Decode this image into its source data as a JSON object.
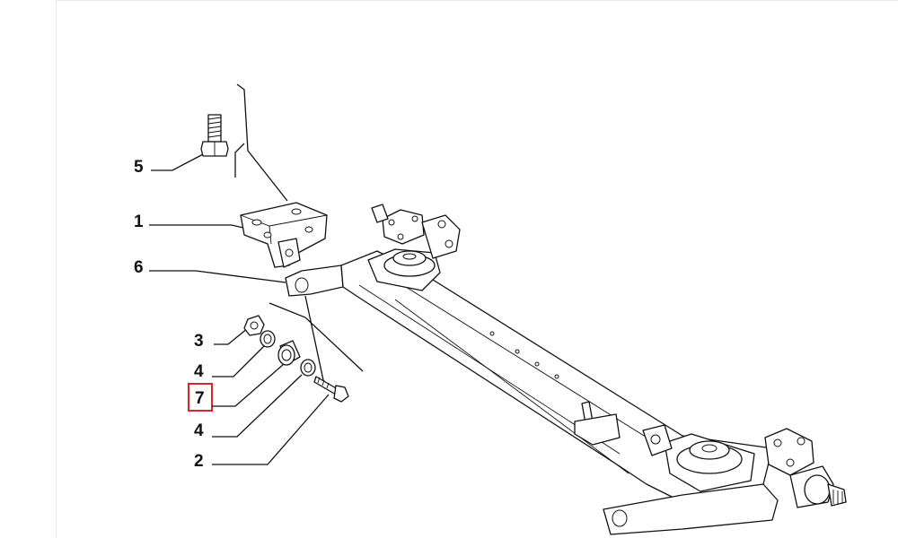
{
  "callouts": [
    {
      "id": "5",
      "label": "5"
    },
    {
      "id": "1",
      "label": "1"
    },
    {
      "id": "6",
      "label": "6"
    },
    {
      "id": "3",
      "label": "3"
    },
    {
      "id": "4a",
      "label": "4"
    },
    {
      "id": "7",
      "label": "7",
      "highlighted": true
    },
    {
      "id": "4b",
      "label": "4"
    },
    {
      "id": "2",
      "label": "2"
    }
  ],
  "highlight_color": "#d9262b"
}
